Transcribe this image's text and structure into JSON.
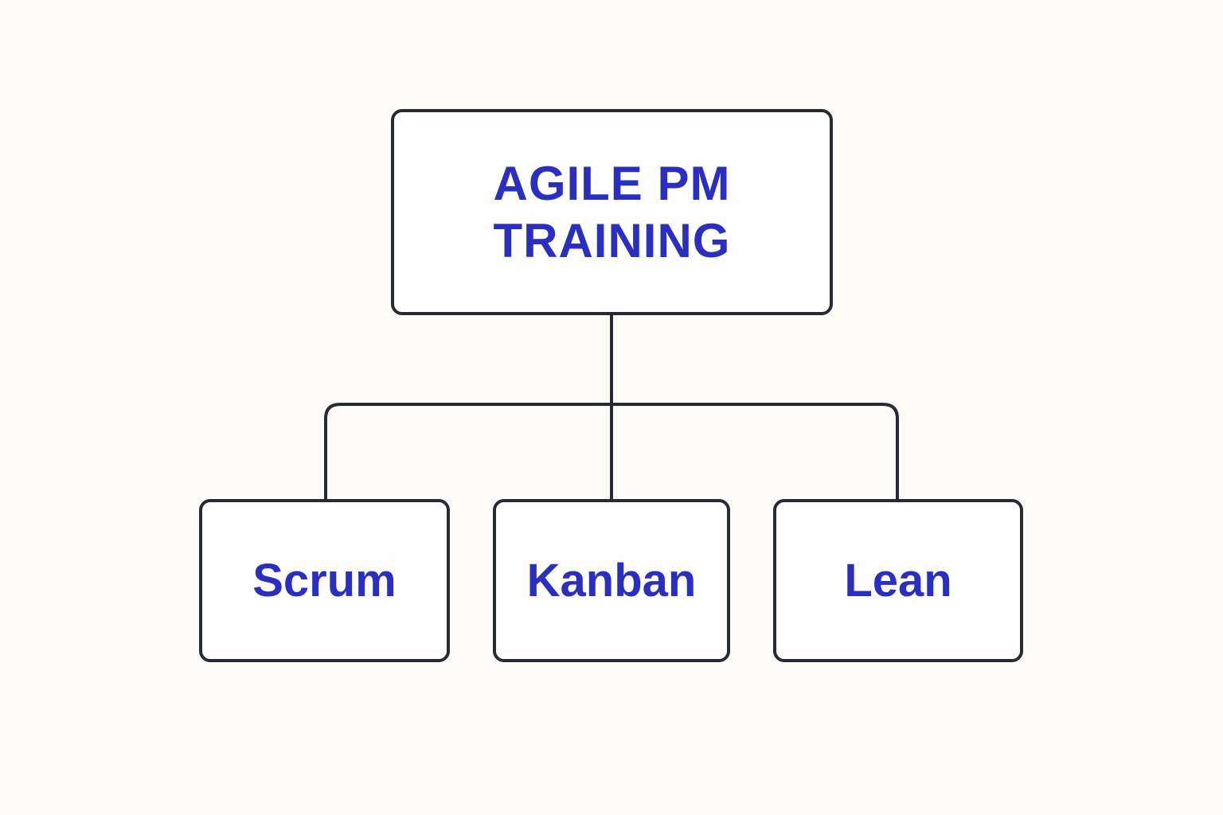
{
  "diagram": {
    "root": {
      "line1": "AGILE PM",
      "line2": "TRAINING"
    },
    "children": [
      {
        "label": "Scrum"
      },
      {
        "label": "Kanban"
      },
      {
        "label": "Lean"
      }
    ],
    "colors": {
      "background": "#fcfbf7",
      "box_border": "#262b33",
      "text": "#2b2fc0",
      "connector": "#262b33"
    }
  }
}
